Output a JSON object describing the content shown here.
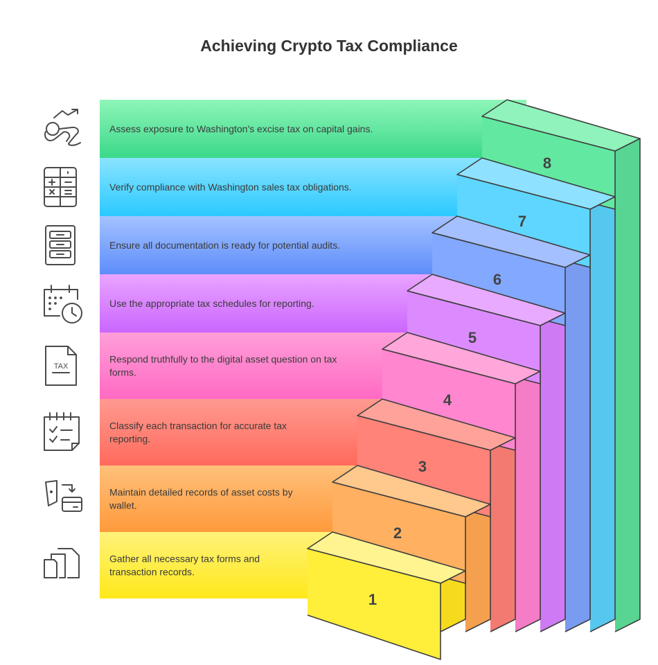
{
  "title": "Achieving Crypto Tax Compliance",
  "steps": [
    {
      "number": "1",
      "lines": [
        "Gather all necessary tax forms and",
        "transaction records."
      ],
      "icon": "documents-icon",
      "color_top": "#fff27a",
      "color_bottom": "#ffe81a",
      "riser": "#ffee3a",
      "side": "#f6da1e",
      "tread": "#fff48f"
    },
    {
      "number": "2",
      "lines": [
        "Maintain detailed records of asset costs by",
        "wallet."
      ],
      "icon": "wallet-transfer-icon",
      "color_top": "#ffc07a",
      "color_bottom": "#ff9a3c",
      "riser": "#ffb060",
      "side": "#f5a04e",
      "tread": "#ffc88c"
    },
    {
      "number": "3",
      "lines": [
        "Classify each transaction for accurate tax",
        "reporting."
      ],
      "icon": "calendar-checklist-icon",
      "color_top": "#ff9a90",
      "color_bottom": "#ff6a5c",
      "riser": "#ff8378",
      "side": "#f27a70",
      "tread": "#ffa39a"
    },
    {
      "number": "4",
      "lines": [
        "Respond truthfully to the digital asset question on tax",
        "forms."
      ],
      "icon": "tax-document-icon",
      "color_top": "#ff9ed8",
      "color_bottom": "#ff6ac3",
      "riser": "#ff86cf",
      "side": "#f57cc6",
      "tread": "#ffa6da"
    },
    {
      "number": "5",
      "lines": [
        "Use the appropriate tax schedules for reporting."
      ],
      "icon": "calendar-clock-icon",
      "color_top": "#e9a4ff",
      "color_bottom": "#cb66ff",
      "riser": "#dc8bff",
      "side": "#cf7af5",
      "tread": "#e8aaff"
    },
    {
      "number": "6",
      "lines": [
        "Ensure all documentation is ready for potential audits."
      ],
      "icon": "filing-cabinet-icon",
      "color_top": "#a3c2ff",
      "color_bottom": "#5e8dfb",
      "riser": "#82a8ff",
      "side": "#7a9cf0",
      "tread": "#a5c0ff"
    },
    {
      "number": "7",
      "lines": [
        "Verify compliance with Washington sales tax obligations."
      ],
      "icon": "calculator-icon",
      "color_top": "#8ae3ff",
      "color_bottom": "#2ac9ff",
      "riser": "#5ed6ff",
      "side": "#56c8f0",
      "tread": "#8ee2ff"
    },
    {
      "number": "8",
      "lines": [
        "Assess exposure to Washington's excise tax on capital gains."
      ],
      "icon": "capital-gains-icon",
      "color_top": "#8ef5b8",
      "color_bottom": "#3bd98a",
      "riser": "#62e8a0",
      "side": "#58d592",
      "tread": "#8ff3bb"
    }
  ]
}
